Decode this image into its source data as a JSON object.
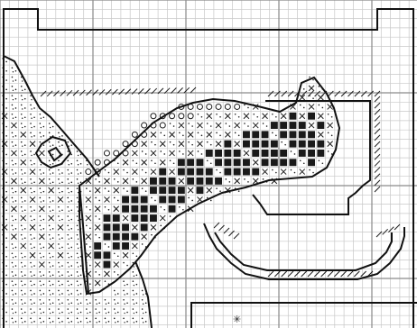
{
  "figure": {
    "kind": "cross-stitch chart",
    "grid": true,
    "bold_grid_every": 10,
    "symbols": {
      "dark": "filled-square",
      "cross": "x",
      "circle": "o",
      "dots": "dots"
    },
    "colors": {
      "background": "#ffffff",
      "grid_fine": "#c8c8c8",
      "grid_bold": "#8a8a8a",
      "outline": "#111111",
      "ink": "#1a1a1a"
    },
    "corner_marker": "✳"
  }
}
